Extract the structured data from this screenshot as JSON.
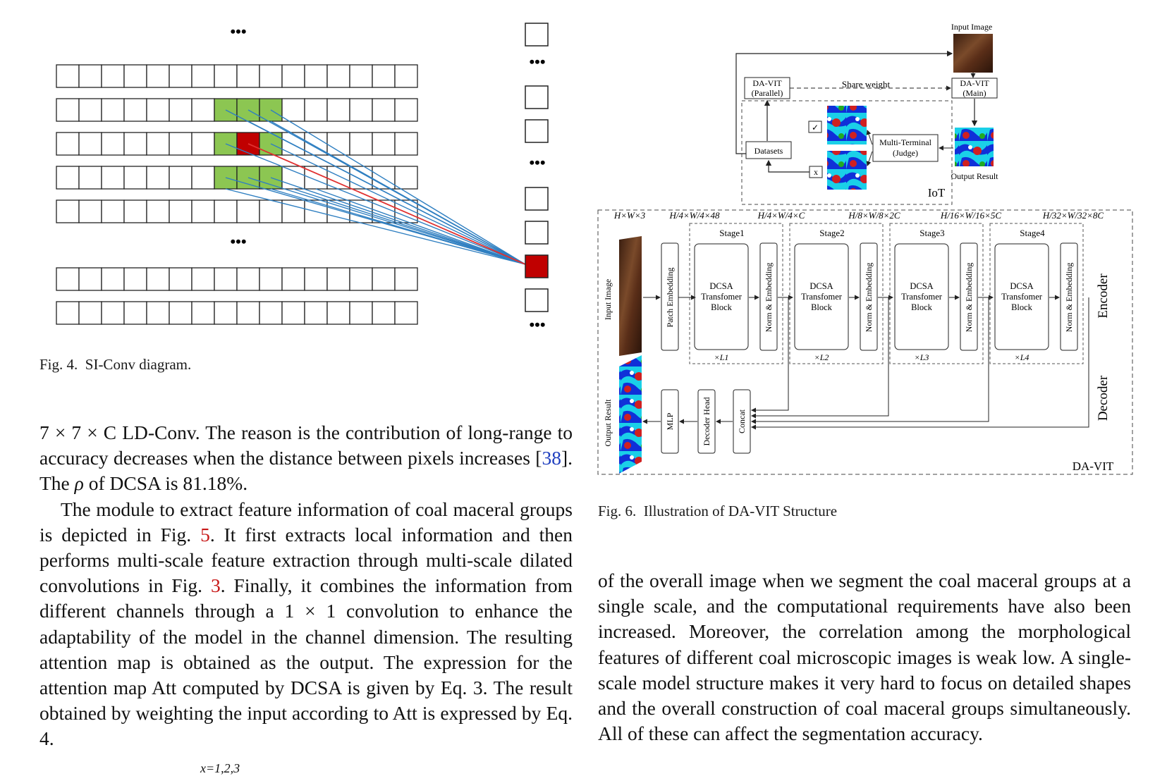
{
  "fig4": {
    "caption_label": "Fig. 4.",
    "caption_text": "SI-Conv diagram.",
    "ellipsis": "•••"
  },
  "fig6": {
    "caption_label": "Fig. 6.",
    "caption_text": "Illustration of DA-VIT Structure",
    "input_image_label": "Input Image",
    "output_result_label": "Output Result",
    "da_vit_parallel": [
      "DA-VIT",
      "(Parallel)"
    ],
    "da_vit_main": [
      "DA-VIT",
      "(Main)"
    ],
    "share_weight": "Share weight",
    "datasets": "Datasets",
    "multi_terminal": [
      "Multi-Terminal",
      "(Judge)"
    ],
    "check_mark": "✓",
    "cross_mark": "x",
    "iot_label": "IoT",
    "dims": [
      "H×W×3",
      "H/4×W/4×48",
      "H/4×W/4×C",
      "H/8×W/8×2C",
      "H/16×W/16×5C",
      "H/32×W/32×8C"
    ],
    "stages": [
      "Stage1",
      "Stage2",
      "Stage3",
      "Stage4"
    ],
    "block_lines": [
      "DCSA",
      "Transfomer",
      "Block"
    ],
    "repeat": [
      "×L1",
      "×L2",
      "×L3",
      "×L4"
    ],
    "patch_embedding": "Patch Embedding",
    "norm_embedding": "Norm & Embedding",
    "input_image_vertical": "Input Image",
    "output_result_vertical": "Output Result",
    "mlp": "MLP",
    "decoder_head": "Decoder Head",
    "concat": "Concat",
    "encoder": "Encoder",
    "decoder": "Decoder",
    "da_vit_label": "DA-VIT"
  },
  "left_text": {
    "formula": "7 × 7 × C",
    "p1_a": " LD-Conv. The reason is the contribution of long-range to accuracy decreases when the distance between pixels increases [",
    "p1_ref": "38",
    "p1_b": "]. The ",
    "p1_rho": "ρ",
    "p1_c": " of DCSA is 81.18%.",
    "p2_a": "The module to extract feature information of coal maceral groups is depicted in Fig. ",
    "p2_ref1": "5",
    "p2_b": ". It first extracts local information and then performs multi-scale feature extraction through multi-scale dilated convolutions in Fig. ",
    "p2_ref2": "3",
    "p2_c": ". Finally, it combines the information from different channels through a 1 × 1 convolution to enhance the adaptability of the model in the channel dimension. The resulting attention map is obtained as the output. The expression for the attention map Att computed by DCSA is given by Eq. 3. The result obtained by weighting the input according to Att is expressed by Eq. 4.",
    "cutoff": "x=1,2,3"
  },
  "right_text": {
    "p1": "of the overall image when we segment the coal maceral groups at a single scale, and the computational requirements have also been increased. Moreover, the correlation among the morphological features of different coal microscopic images is weak low. A single-scale model structure makes it very hard to focus on detailed shapes and the overall construction of coal maceral groups simultaneously. All of these can affect the segmentation accuracy."
  },
  "colors": {
    "green_cell": "#8cc652",
    "red_cell": "#c00000",
    "blue_line": "#2f7fc1",
    "red_line": "#e03030"
  }
}
